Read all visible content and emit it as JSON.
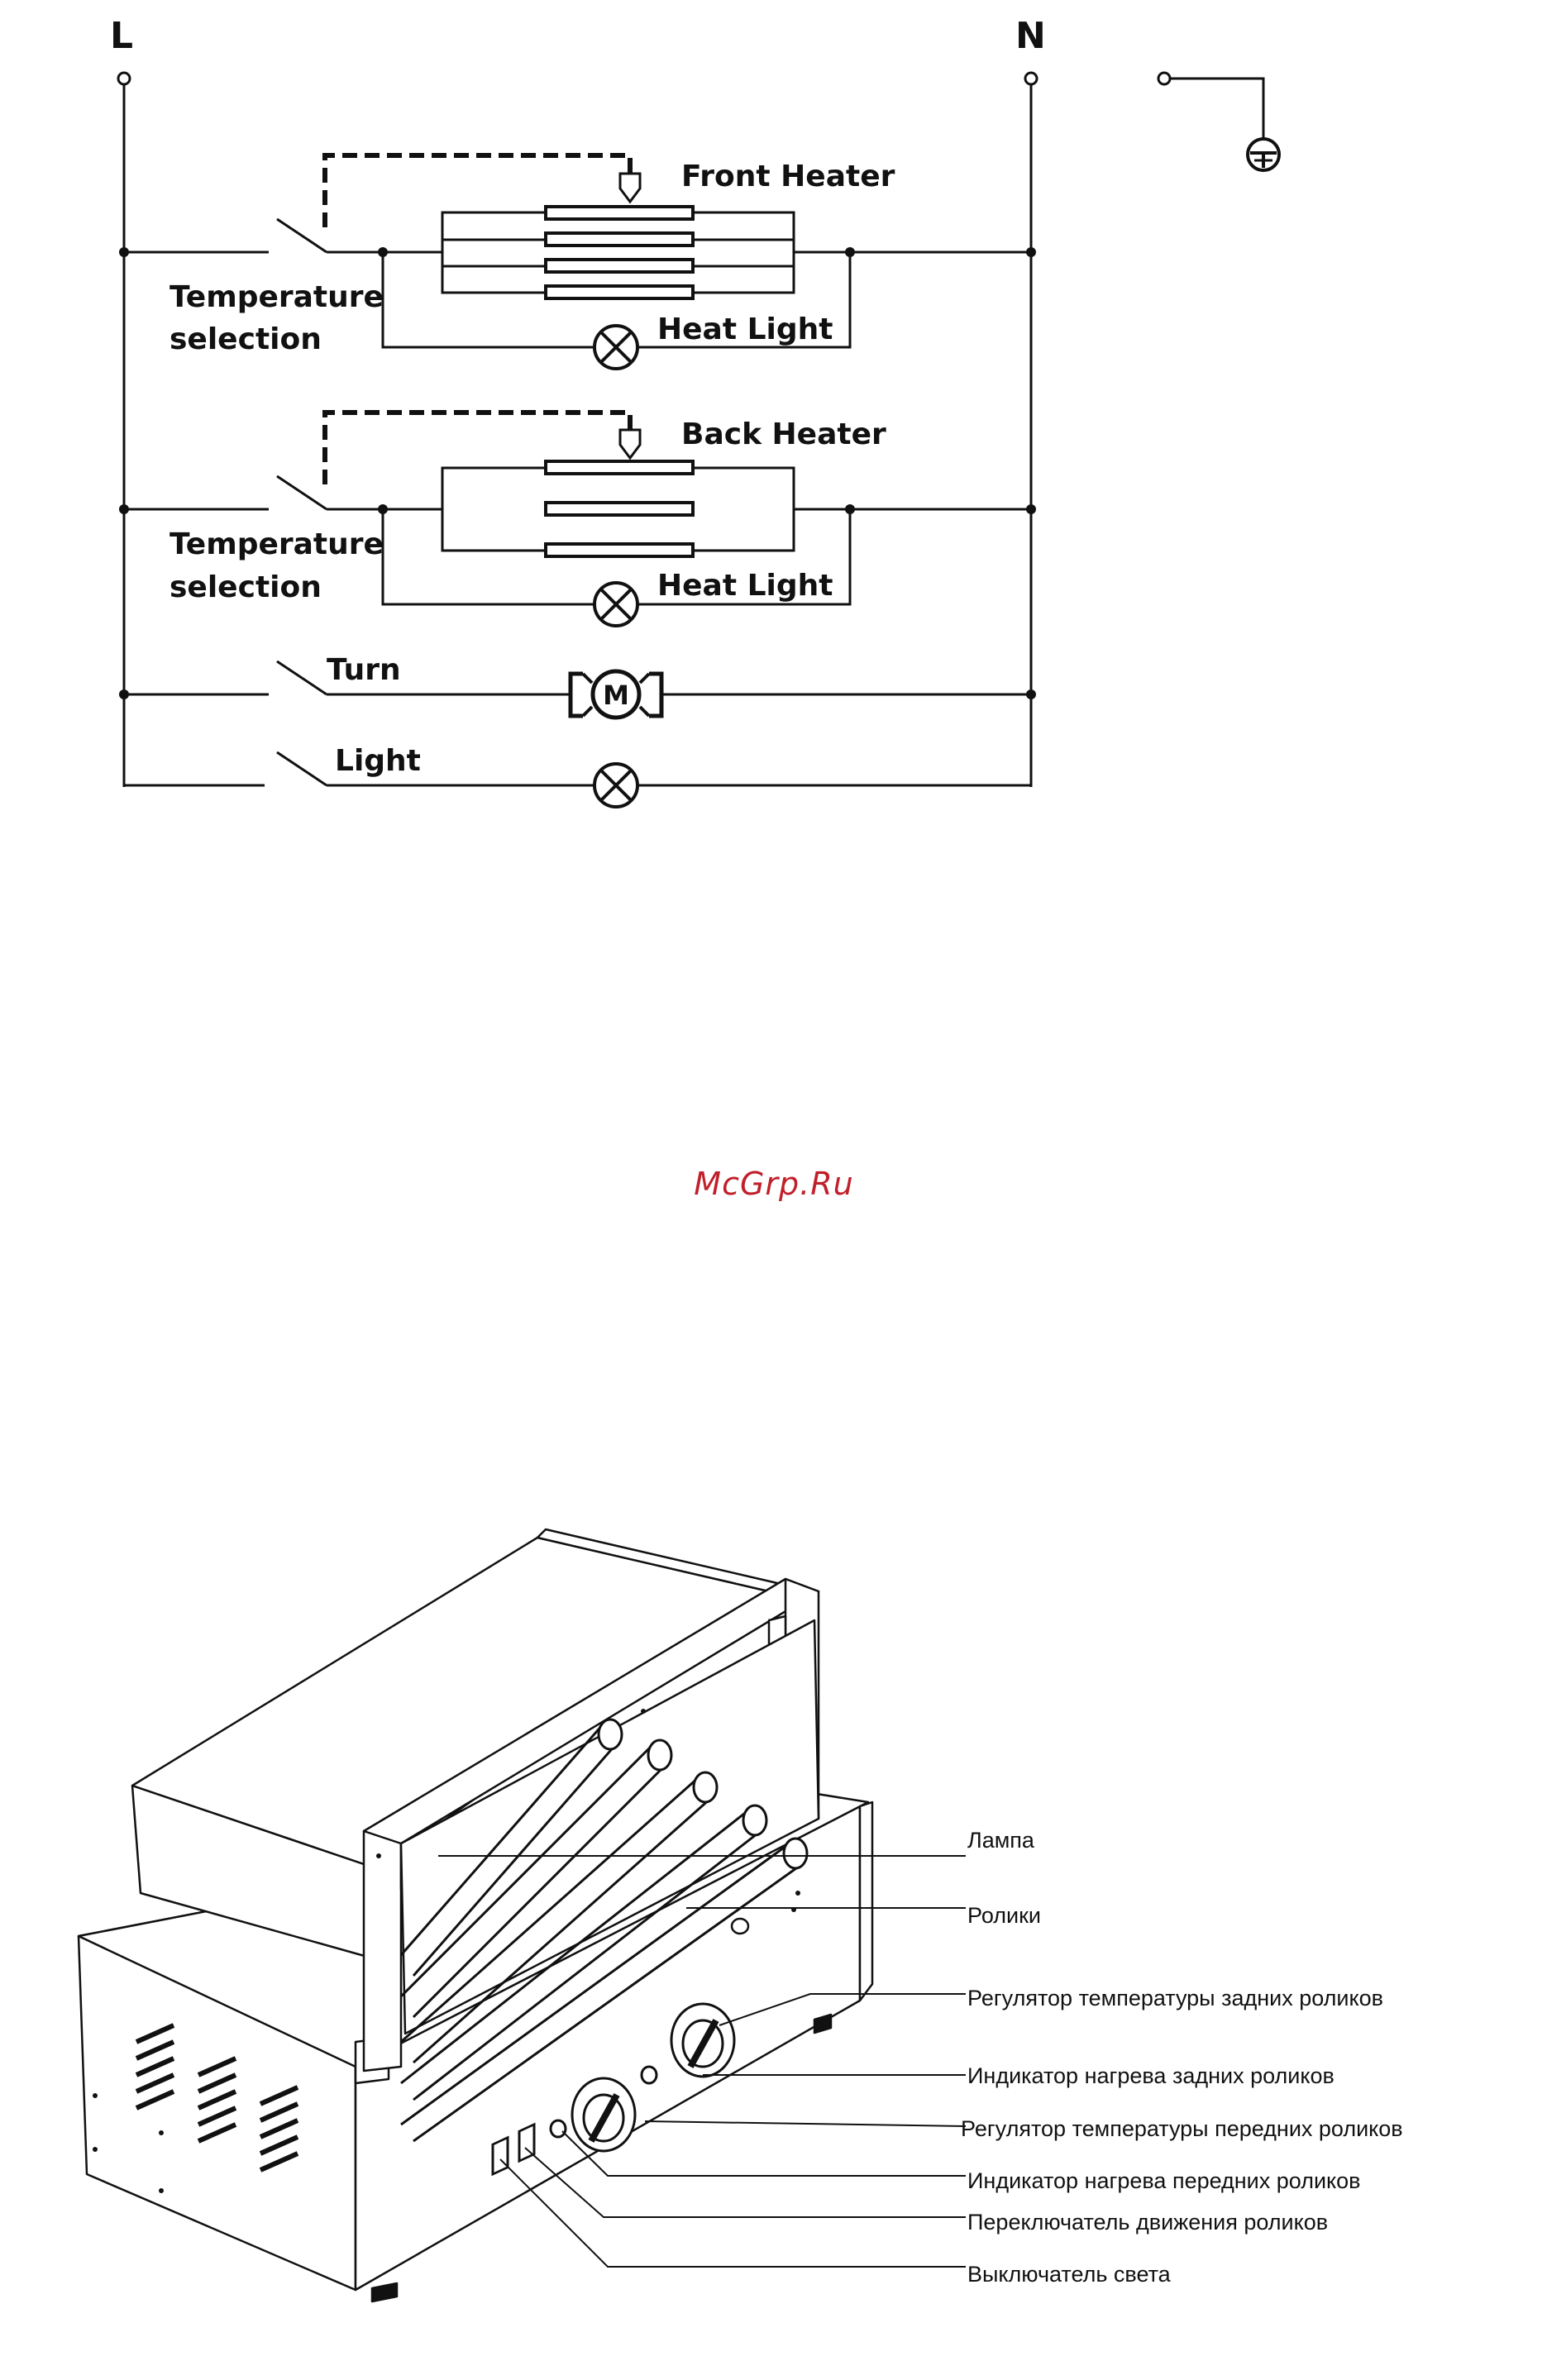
{
  "schematic": {
    "terminal_l": "L",
    "terminal_n": "N",
    "front_heater": "Front Heater",
    "back_heater": "Back Heater",
    "temperature_selection_1": [
      "Temperature",
      "selection"
    ],
    "temperature_selection_2": [
      "Temperature",
      "selection"
    ],
    "heat_light_1": "Heat Light",
    "heat_light_2": "Heat Light",
    "turn": "Turn",
    "light": "Light",
    "motor": "M"
  },
  "watermark": {
    "text": "McGrp.Ru",
    "color": "#c0202a"
  },
  "device": {
    "callouts": [
      "Лампа",
      "Ролики",
      "Регулятор температуры задних роликов",
      "Индикатор нагрева задних роликов",
      "Регулятор температуры передних роликов",
      "Индикатор нагрева передних роликов",
      "Переключатель движения роликов",
      "Выключатель света"
    ]
  }
}
